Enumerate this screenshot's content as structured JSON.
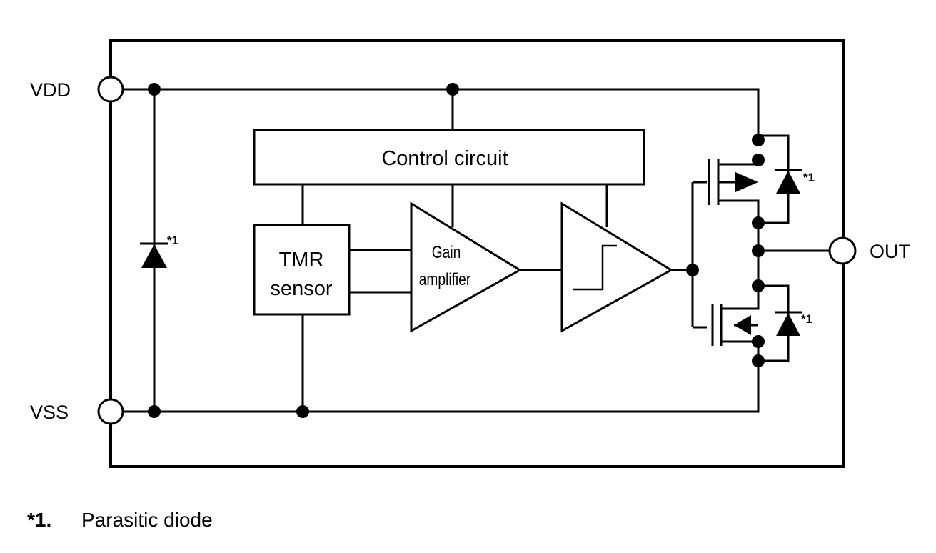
{
  "pins": {
    "vdd": "VDD",
    "vss": "VSS",
    "out": "OUT"
  },
  "blocks": {
    "control_circuit": "Control circuit",
    "tmr_sensor_line1": "TMR",
    "tmr_sensor_line2": "sensor",
    "gain_amp_line1": "Gain",
    "gain_amp_line2": "amplifier"
  },
  "annotations": {
    "diode_mark": "*1"
  },
  "footnote": {
    "mark": "*1.",
    "text": "Parasitic diode"
  }
}
